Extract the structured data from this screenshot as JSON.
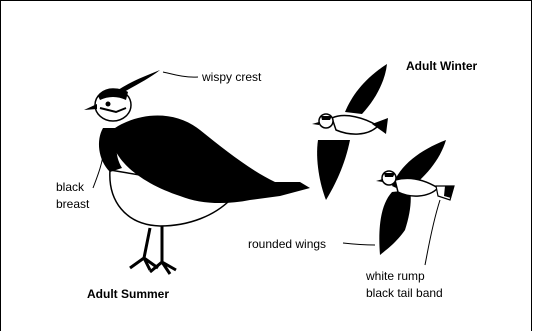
{
  "figure": {
    "labels": {
      "wispy_crest": "wispy crest",
      "adult_winter": "Adult Winter",
      "black_breast_line1": "black",
      "black_breast_line2": "breast",
      "rounded_wings": "rounded wings",
      "white_rump": "white rump",
      "black_tail_band": "black tail band",
      "adult_summer": "Adult Summer"
    }
  }
}
